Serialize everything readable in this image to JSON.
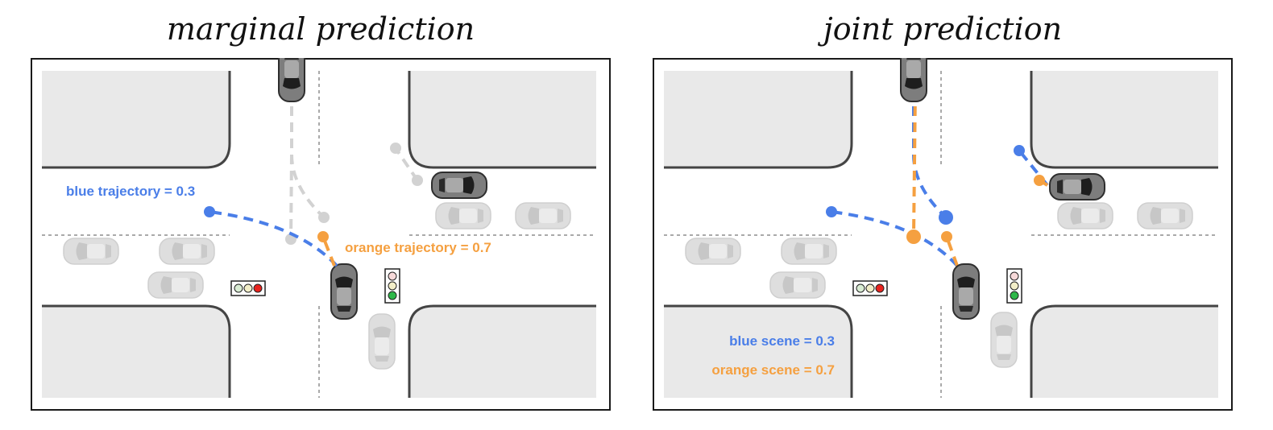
{
  "titles": {
    "left": "marginal prediction",
    "right": "joint prediction"
  },
  "left_panel": {
    "blue_label": "blue trajectory = 0.3",
    "orange_label": "orange trajectory = 0.7"
  },
  "right_panel": {
    "blue_label": "blue scene = 0.3",
    "orange_label": "orange scene = 0.7"
  },
  "colors": {
    "blue": "#4a7ee8",
    "orange": "#f5a040",
    "faded": "#d2d2d2",
    "block": "#e9e9e9",
    "road_edge": "#444444",
    "car_dark": "#7a7a7a",
    "car_faded": "#dcdcdc",
    "light_red": "#e8231e",
    "light_green": "#2fb84a"
  },
  "icons": [
    "car-icon",
    "traffic-light-icon"
  ]
}
